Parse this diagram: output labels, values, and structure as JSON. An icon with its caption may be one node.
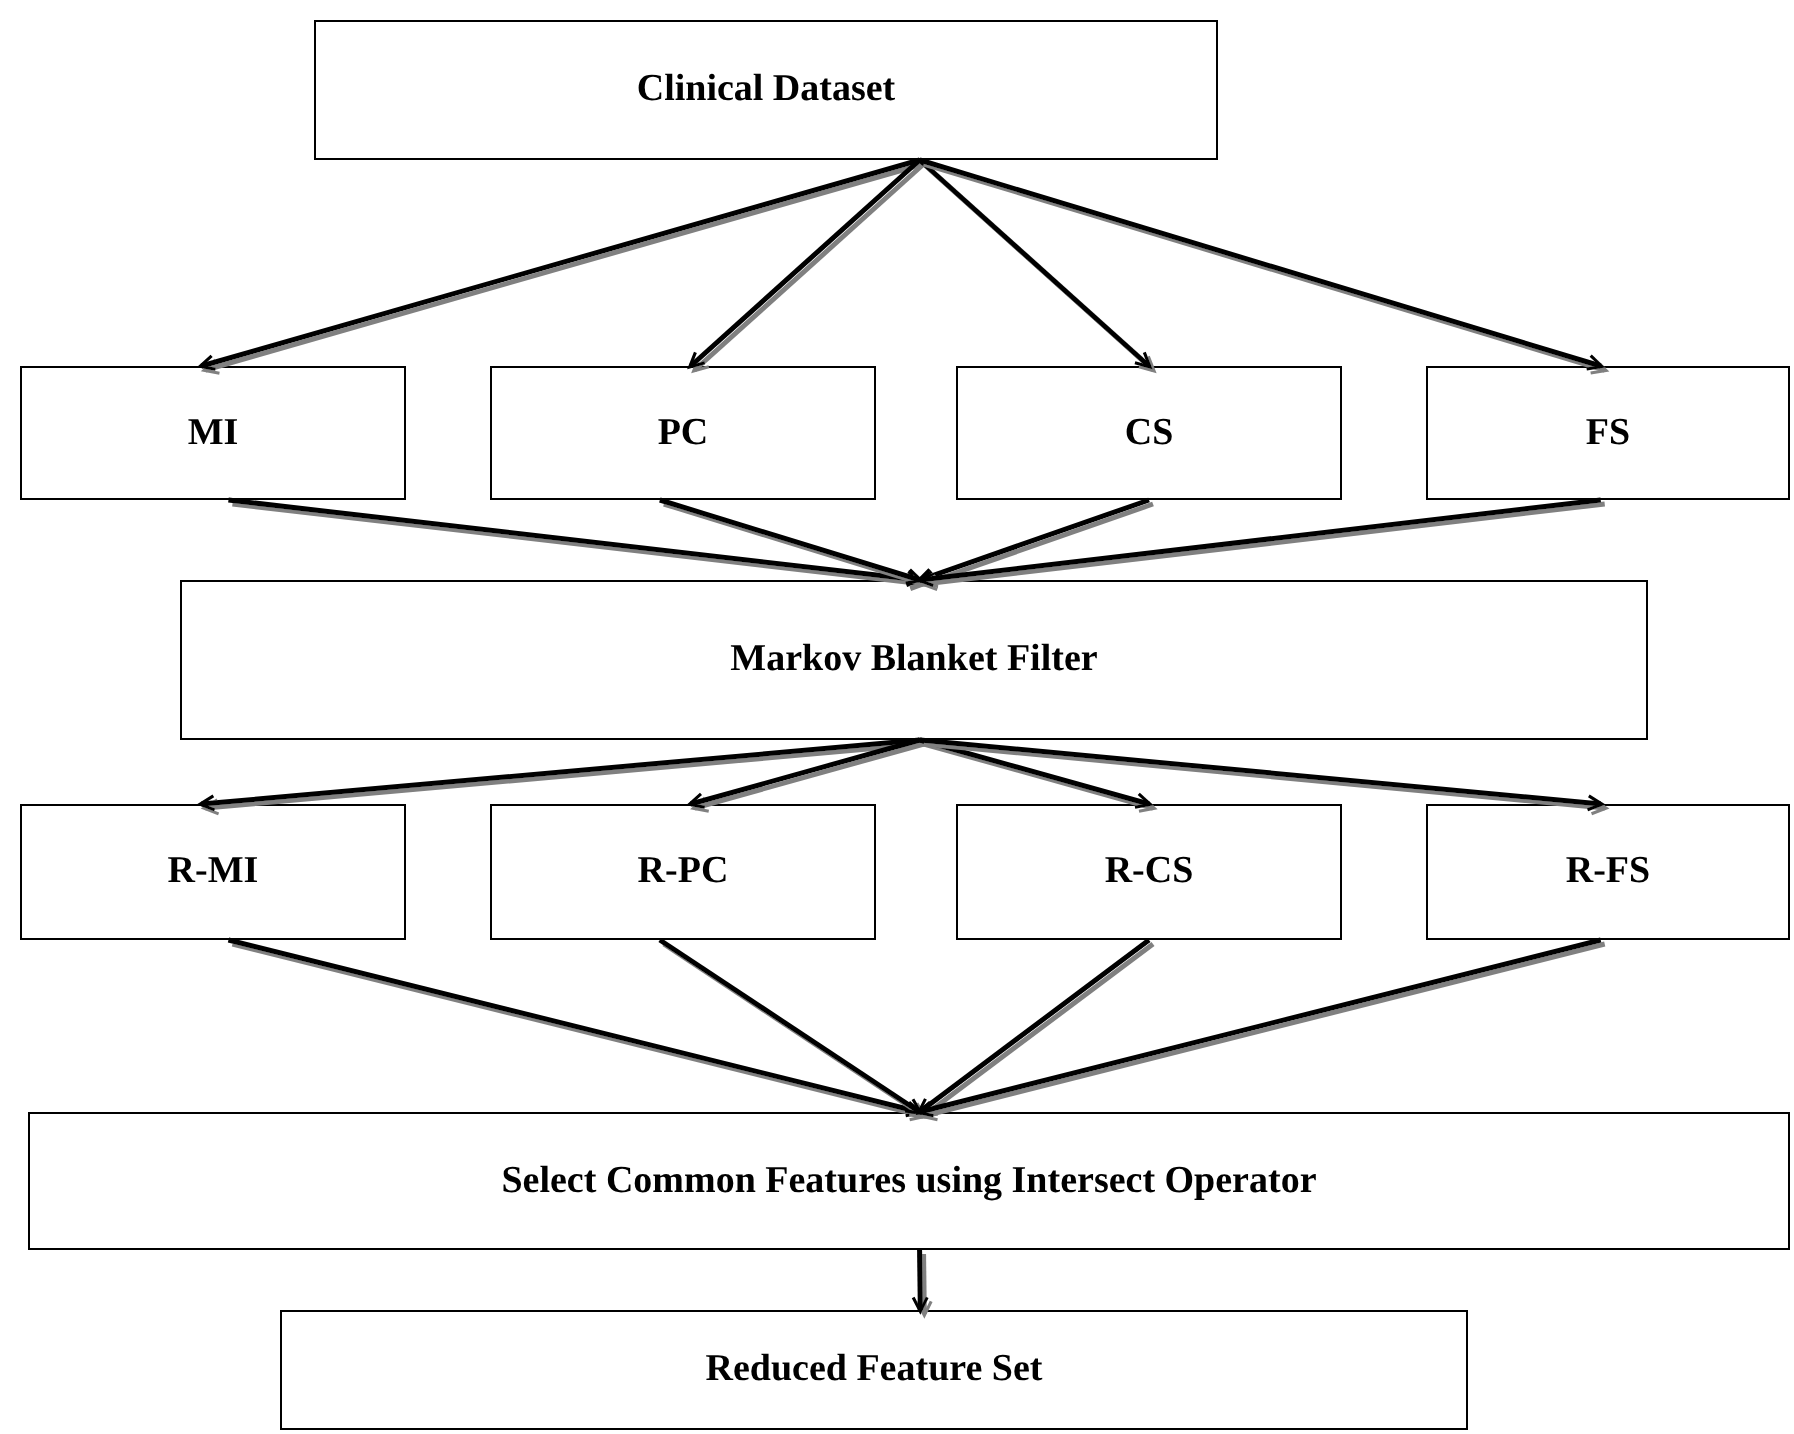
{
  "diagram": {
    "nodes": [
      {
        "text": [
          "Clinical Dataset"
        ]
      },
      {
        "text": [
          "MI"
        ]
      },
      {
        "text": [
          "PC"
        ]
      },
      {
        "text": [
          "CS"
        ]
      },
      {
        "text": [
          "FS"
        ]
      },
      {
        "text": [
          "Markov Blanket Filter"
        ]
      },
      {
        "text": [
          "R-MI"
        ]
      },
      {
        "text": [
          "R-PC"
        ]
      },
      {
        "text": [
          "R-CS"
        ]
      },
      {
        "text": [
          "R-FS"
        ]
      },
      {
        "text": [
          "Select Common Features using Intersect Operator"
        ]
      },
      {
        "text": [
          "Reduced Feature Set"
        ]
      }
    ],
    "edges": [
      {
        "from": 0,
        "to": 1,
        "arrow": "to"
      },
      {
        "from": 0,
        "to": 2,
        "arrow": "to"
      },
      {
        "from": 0,
        "to": 3,
        "arrow": "to"
      },
      {
        "from": 0,
        "to": 4,
        "arrow": "to"
      },
      {
        "from": 1,
        "to": 5,
        "arrow": "to"
      },
      {
        "from": 2,
        "to": 5,
        "arrow": "to"
      },
      {
        "from": 3,
        "to": 5,
        "arrow": "to"
      },
      {
        "from": 4,
        "to": 5,
        "arrow": "to"
      },
      {
        "from": 5,
        "to": 6,
        "arrow": "to"
      },
      {
        "from": 5,
        "to": 7,
        "arrow": "to"
      },
      {
        "from": 5,
        "to": 8,
        "arrow": "to"
      },
      {
        "from": 5,
        "to": 9,
        "arrow": "to"
      },
      {
        "from": 6,
        "to": 10,
        "arrow": "to"
      },
      {
        "from": 7,
        "to": 10,
        "arrow": "to"
      },
      {
        "from": 8,
        "to": 10,
        "arrow": "to"
      },
      {
        "from": 9,
        "to": 10,
        "arrow": "to"
      },
      {
        "from": 10,
        "to": 11,
        "arrow": "to"
      }
    ]
  }
}
